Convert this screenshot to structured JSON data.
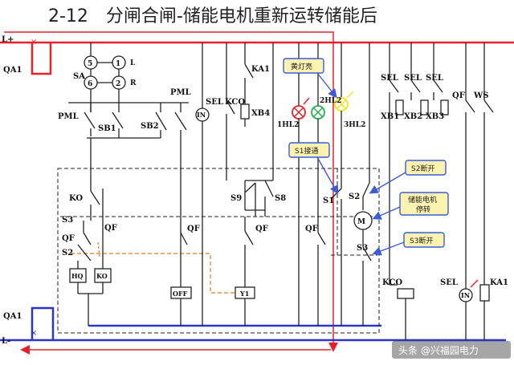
{
  "title": "2-12　分闸合闸-储能电机重新运转储能后",
  "watermark": "头条 @兴福园电力",
  "colors": {
    "positive_bus": "#e8202a",
    "negative_bus": "#2b35c8",
    "dashed_orange": "#e8761a",
    "callout_fill": "#fdf3b0",
    "callout_stroke": "#3d5bd6",
    "lamp_red": "#e8202a",
    "lamp_green": "#23b24a",
    "lamp_yellow": "#f2e62a"
  },
  "bus": {
    "l_plus": "L+",
    "l_minus": "L-",
    "qa1_top": "QA1",
    "qa1_bottom": "QA1"
  },
  "labels": {
    "sa": "SA",
    "sa_l": "L",
    "sa_r": "R",
    "n5": "5",
    "n1": "1",
    "n6": "6",
    "n2": "2",
    "pml_left": "PML",
    "pml_right": "PML",
    "sb1": "SB1",
    "sb2": "SB2",
    "sel_lamp": "SEL",
    "kco_top": "KCO",
    "ka1_top": "KA1",
    "in_top": "IN",
    "xb4": "XB4",
    "hl1": "1HL2",
    "hl2": "2HL2",
    "hl3": "3HL2",
    "sel1": "SEL",
    "sel2": "SEL",
    "sel3": "SEL",
    "xb1": "XB1",
    "xb2": "XB2",
    "xb3": "XB3",
    "qf_right": "QF",
    "ws": "WS",
    "ko": "KO",
    "s3_left": "S3",
    "qf_left": "QF",
    "s2_left": "S2",
    "qf_l2": "QF",
    "hq": "HQ",
    "ko_box": "KO",
    "qf_mid": "QF",
    "off_box": "OFF",
    "s9": "S9",
    "s8": "S8",
    "qf_y1": "QF",
    "y1_box": "Y1",
    "qf_s1": "QF",
    "s1": "S1",
    "s2_right": "S2",
    "motor": "M",
    "s3_right": "S3",
    "kco_bottom": "KCO",
    "sel_bottom": "SEL",
    "in_bottom": "IN",
    "ka1_bottom": "KA1"
  },
  "callouts": {
    "yellow_lamp": "黄灯亮",
    "s1_on": "S1接通",
    "s2_off": "S2断开",
    "motor_stop_1": "储能电机",
    "motor_stop_2": "停转",
    "s3_off": "S3断开"
  }
}
